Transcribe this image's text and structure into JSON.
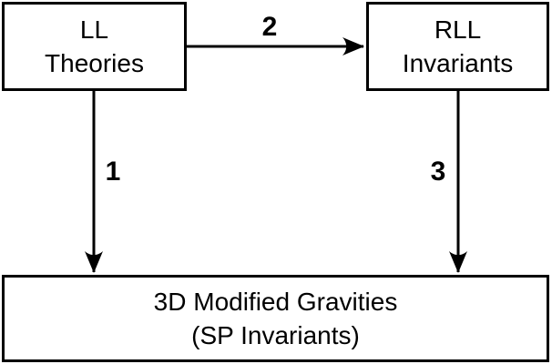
{
  "diagram": {
    "background_color": "#ffffff",
    "line_color": "#000000",
    "nodes": {
      "ll_theories": {
        "lines": [
          "LL",
          "Theories"
        ]
      },
      "rll_invariants": {
        "lines": [
          "RLL",
          "Invariants"
        ]
      },
      "modified_gravities": {
        "lines": [
          "3D Modified Gravities",
          "(SP Invariants)"
        ]
      }
    },
    "edges": [
      {
        "id": "ll-theories-to-modified-gravities",
        "label": "1"
      },
      {
        "id": "ll-theories-to-rll-invariants",
        "label": "2"
      },
      {
        "id": "rll-invariants-to-modified-gravities",
        "label": "3"
      }
    ]
  }
}
